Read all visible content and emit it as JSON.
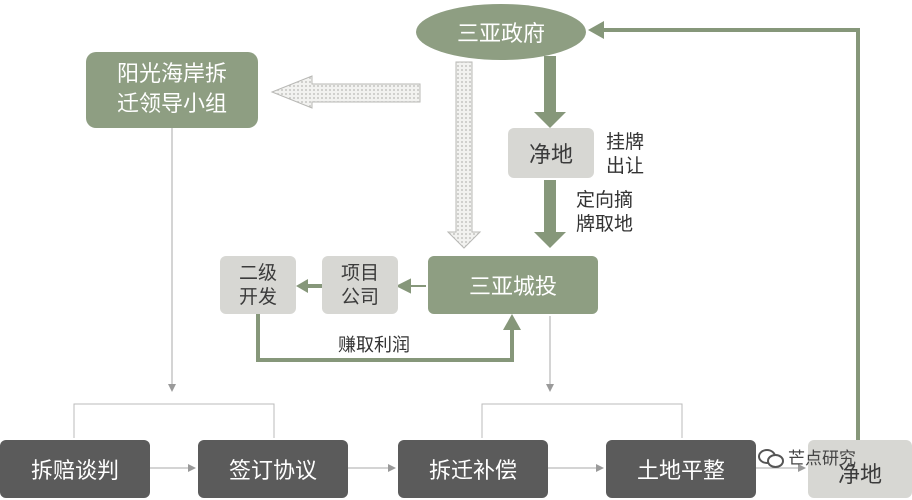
{
  "nodes": {
    "government": "三亚政府",
    "leader_group": "阳光海岸拆\n迁领导小组",
    "clean_land_top": "净地",
    "cheng_tou": "三亚城投",
    "project_company": "项目\n公司",
    "secondary_dev": "二级\n开发",
    "demolition_talk": "拆赔谈判",
    "sign_agreement": "签订协议",
    "compensation": "拆迁补偿",
    "land_leveling": "土地平整",
    "clean_land_bottom": "净地"
  },
  "labels": {
    "listing": "挂牌\n出让",
    "directed_listing": "定向摘\n牌取地",
    "earn_profit": "赚取利润"
  },
  "watermark": "芒点研究",
  "colors": {
    "green": "#8e9e82",
    "light_gray": "#d7d7d3",
    "dark_gray": "#5b5b5b",
    "arrow_green": "#86977a"
  }
}
